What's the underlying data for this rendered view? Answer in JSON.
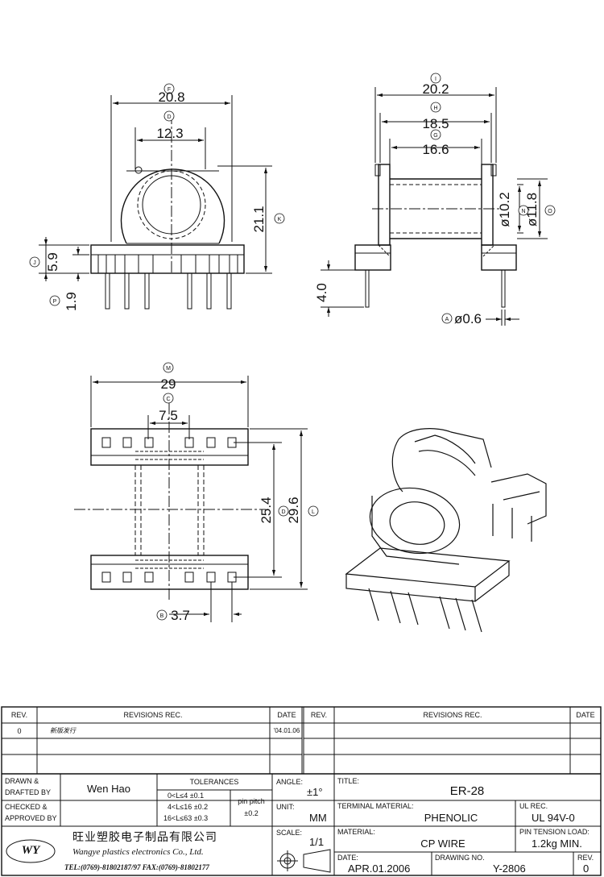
{
  "dimensions": {
    "top_front": {
      "F": "F",
      "F_value": "20.8",
      "D": "D",
      "D_value": "12.3",
      "K": "K",
      "K_value": "21.1",
      "J": "J",
      "J_value": "5.9",
      "P": "P",
      "P_value": "1.9"
    },
    "top_side": {
      "I": "I",
      "I_value": "20.2",
      "H": "H",
      "H_value": "18.5",
      "G": "G",
      "G_value": "16.6",
      "N": "N",
      "N_value": "ø10.2",
      "O": "O",
      "O_value": "ø11.8",
      "pin_len": "4.0",
      "A": "A",
      "A_value": "ø0.6"
    },
    "bottom_view": {
      "M": "M",
      "M_value": "29",
      "C": "C",
      "C_value": "7.5",
      "D2": "D",
      "D2_value": "25.4",
      "L": "L",
      "L_value": "29.6",
      "B": "B",
      "B_value": "3.7"
    }
  },
  "revisions_left": {
    "rev_header": "REV.",
    "rec_header": "REVISIONS    REC.",
    "date_header": "DATE",
    "rows": [
      {
        "rev": "0",
        "rec": "新版发行",
        "date": "'04.01.06"
      }
    ]
  },
  "revisions_right": {
    "rev_header": "REV.",
    "rec_header": "REVISIONS    REC.",
    "date_header": "DATE"
  },
  "title_block": {
    "drawn_label": "DRAWN &",
    "drafted_label": "DRAFTED BY",
    "drawn_value": "Wen Hao",
    "checked_label": "CHECKED &",
    "approved_label": "APPROVED BY",
    "tolerances_label": "TOLERANCES",
    "tol_rows": [
      "0<L≤4   ±0.1",
      "4<L≤16  ±0.2",
      "16<L≤63  ±0.3"
    ],
    "pin_pitch_label": "pin pitch",
    "pin_pitch_value": "±0.2",
    "angle_label": "ANGLE:",
    "angle_value": "±1°",
    "unit_label": "UNIT:",
    "unit_value": "MM",
    "scale_label": "SCALE:",
    "scale_value": "1/1",
    "title_label": "TITLE:",
    "title_value": "ER-28",
    "terminal_label": "TERMINAL MATERIAL:",
    "terminal_value": "PHENOLIC",
    "ul_label": "UL REC.",
    "ul_value": "UL 94V-0",
    "material_label": "MATERIAL:",
    "material_value": "CP WIRE",
    "pin_tension_label": "PIN TENSION LOAD:",
    "pin_tension_value": "1.2kg MIN.",
    "date_label": "DATE:",
    "date_value": "APR.01.2006",
    "drawing_no_label": "DRAWING NO.",
    "drawing_no_value": "Y-2806",
    "rev_label": "REV.",
    "rev_value": "0",
    "company_logo": "WY",
    "company_cn": "旺业塑胶电子制品有限公司",
    "company_en": "Wangye plastics electronics Co., Ltd.",
    "company_contact": "TEL:(0769)-81802187/97   FAX:(0769)-81802177"
  },
  "colors": {
    "line": "#111111",
    "background": "#ffffff"
  }
}
